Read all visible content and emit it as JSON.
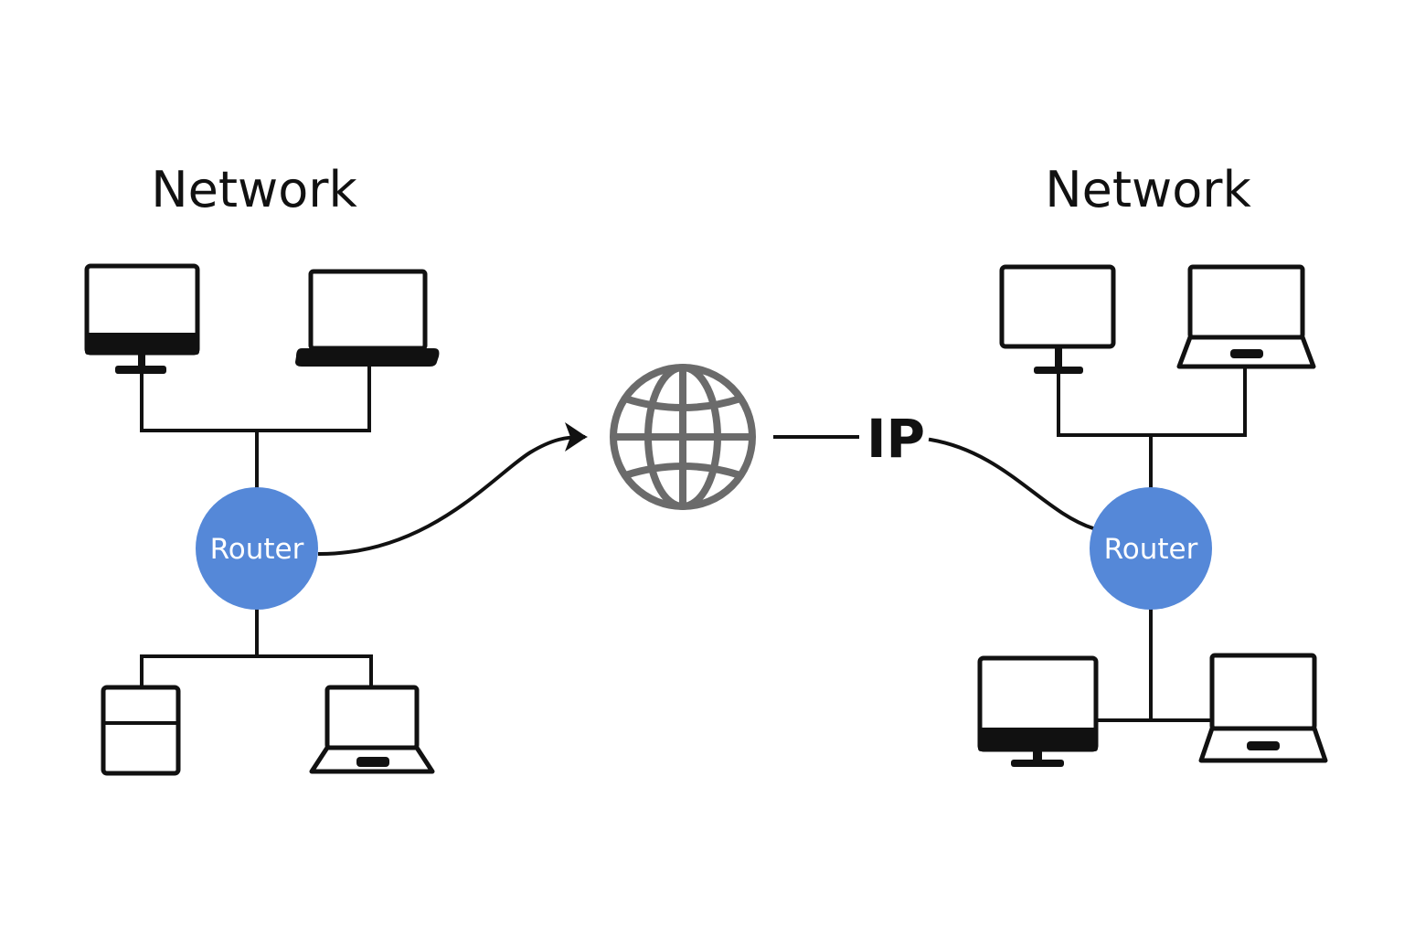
{
  "colors": {
    "router": "#5588d8",
    "globe": "#6b6b6b",
    "line": "#111111",
    "background": "#ffffff"
  },
  "left_network": {
    "title": "Network",
    "router_label": "Router",
    "devices_top": [
      "desktop-monitor",
      "laptop"
    ],
    "devices_bottom": [
      "server-tower",
      "laptop"
    ]
  },
  "right_network": {
    "title": "Network",
    "router_label": "Router",
    "devices_top": [
      "desktop-monitor",
      "laptop"
    ],
    "devices_bottom": [
      "desktop-monitor",
      "laptop"
    ]
  },
  "internet": {
    "icon": "globe-icon",
    "label": "IP"
  }
}
